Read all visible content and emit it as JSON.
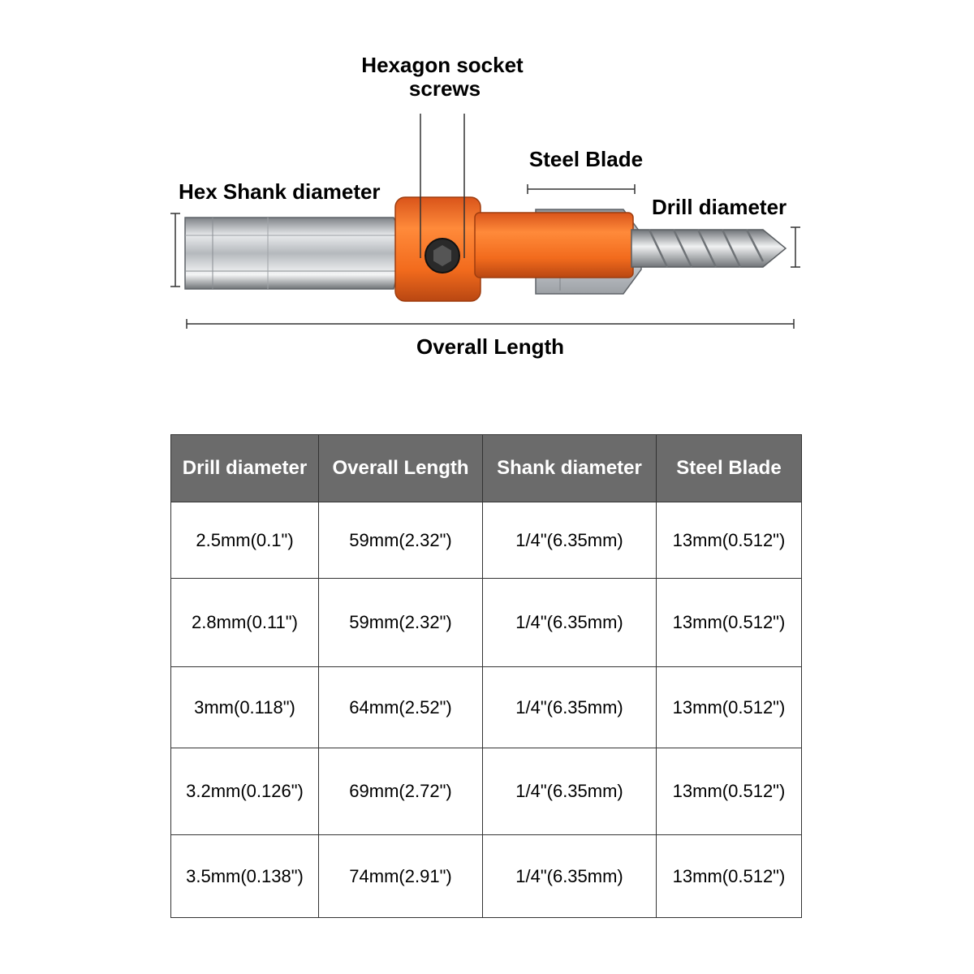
{
  "labels": {
    "hex_socket_line1": "Hexagon socket",
    "hex_socket_line2": "screws",
    "steel_blade": "Steel Blade",
    "hex_shank": "Hex Shank diameter",
    "drill_diameter": "Drill diameter",
    "overall_length": "Overall Length"
  },
  "table": {
    "headers": [
      "Drill diameter",
      "Overall Length",
      "Shank diameter",
      "Steel Blade"
    ],
    "rows": [
      [
        "2.5mm(0.1\")",
        "59mm(2.32\")",
        "1/4\"(6.35mm)",
        "13mm(0.512\")"
      ],
      [
        "2.8mm(0.11\")",
        "59mm(2.32\")",
        "1/4\"(6.35mm)",
        "13mm(0.512\")"
      ],
      [
        "3mm(0.118\")",
        "64mm(2.52\")",
        "1/4\"(6.35mm)",
        "13mm(0.512\")"
      ],
      [
        "3.2mm(0.126\")",
        "69mm(2.72\")",
        "1/4\"(6.35mm)",
        "13mm(0.512\")"
      ],
      [
        "3.5mm(0.138\")",
        "74mm(2.91\")",
        "1/4\"(6.35mm)",
        "13mm(0.512\")"
      ]
    ]
  },
  "colors": {
    "collar": "#f26b1d",
    "header_bg": "#6b6b6b",
    "steel": "#b9bcc0"
  }
}
